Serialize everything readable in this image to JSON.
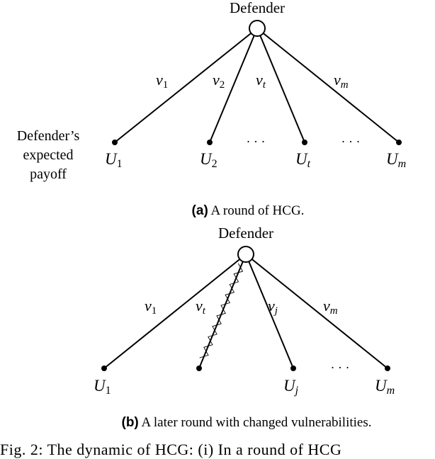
{
  "figure_a": {
    "root_label": "Defender",
    "side_label_lines": [
      "Defender’s",
      "expected",
      "payoff"
    ],
    "edges": [
      {
        "base": "v",
        "sub": "1"
      },
      {
        "base": "v",
        "sub": "2"
      },
      {
        "base": "v",
        "sub": "t"
      },
      {
        "base": "v",
        "sub": "m"
      }
    ],
    "leaves": [
      {
        "base": "U",
        "sub": "1"
      },
      {
        "base": "U",
        "sub": "2"
      },
      {
        "base": "U",
        "sub": "t"
      },
      {
        "base": "U",
        "sub": "m"
      }
    ],
    "ellipsis": "· · ·",
    "caption_tag": "(a)",
    "caption_text": " A round of HCG."
  },
  "figure_b": {
    "root_label": "Defender",
    "edges": [
      {
        "base": "v",
        "sub": "1"
      },
      {
        "base": "v",
        "sub": "t"
      },
      {
        "base": "v",
        "sub": "j"
      },
      {
        "base": "v",
        "sub": "m"
      }
    ],
    "leaves": [
      {
        "base": "U",
        "sub": "1"
      },
      {
        "base": "U",
        "sub": "j"
      },
      {
        "base": "U",
        "sub": "m"
      }
    ],
    "ellipsis": "· · ·",
    "caption_tag": "(b)",
    "caption_text": " A later round with changed vulnerabilities."
  },
  "figure_caption": "Fig. 2: The dynamic of HCG: (i) In a round of HCG"
}
